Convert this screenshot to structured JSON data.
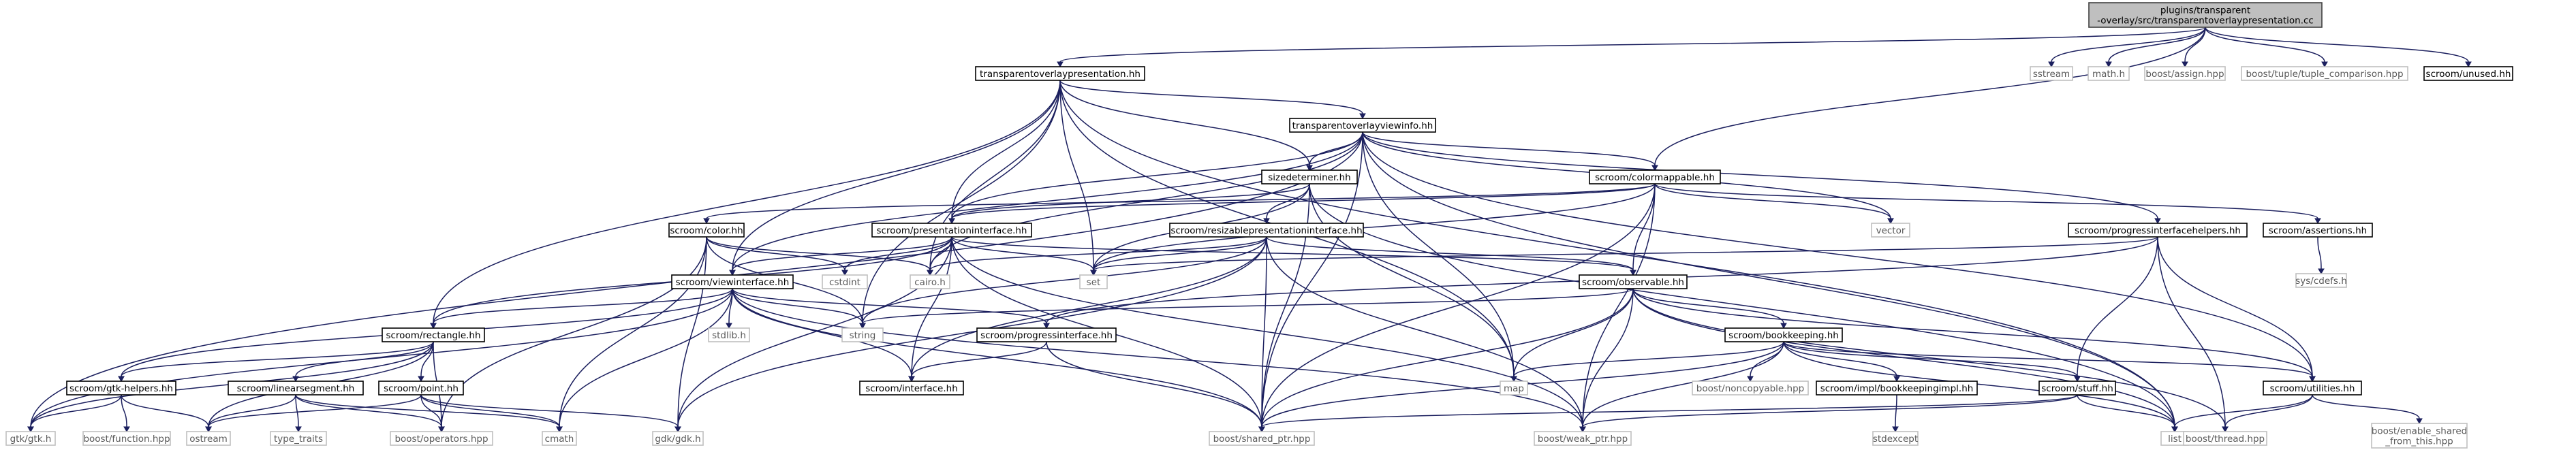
{
  "graph": {
    "root": "n_root",
    "colors": {
      "root_fill": "#bfbfbf",
      "root_border": "#404040",
      "project_border": "#000000",
      "external_border": "#bfbfbf",
      "edge": "#1b1f5e",
      "text_project": "#000000",
      "text_external": "#5a5a5a"
    },
    "nodes": [
      {
        "id": "n_root",
        "lines": [
          "plugins/transparent",
          "-overlay/src/transparentoverlaypresentation.cc"
        ],
        "kind": "root"
      },
      {
        "id": "n_top",
        "lines": [
          "transparentoverlaypresentation.hh"
        ],
        "kind": "project"
      },
      {
        "id": "n_sstream",
        "lines": [
          "sstream"
        ],
        "kind": "external"
      },
      {
        "id": "n_math",
        "lines": [
          "math.h"
        ],
        "kind": "external"
      },
      {
        "id": "n_assign",
        "lines": [
          "boost/assign.hpp"
        ],
        "kind": "external"
      },
      {
        "id": "n_tuplecmp",
        "lines": [
          "boost/tuple/tuple_comparison.hpp"
        ],
        "kind": "external"
      },
      {
        "id": "n_unused",
        "lines": [
          "scroom/unused.hh"
        ],
        "kind": "project"
      },
      {
        "id": "n_tovi",
        "lines": [
          "transparentoverlayviewinfo.hh"
        ],
        "kind": "project"
      },
      {
        "id": "n_sizedet",
        "lines": [
          "sizedeterminer.hh"
        ],
        "kind": "project"
      },
      {
        "id": "n_colormap",
        "lines": [
          "scroom/colormappable.hh"
        ],
        "kind": "project"
      },
      {
        "id": "n_color",
        "lines": [
          "scroom/color.hh"
        ],
        "kind": "project"
      },
      {
        "id": "n_presint",
        "lines": [
          "scroom/presentationinterface.hh"
        ],
        "kind": "project"
      },
      {
        "id": "n_resizable",
        "lines": [
          "scroom/resizablepresentationinterface.hh"
        ],
        "kind": "project"
      },
      {
        "id": "n_vector",
        "lines": [
          "vector"
        ],
        "kind": "external"
      },
      {
        "id": "n_proghelp",
        "lines": [
          "scroom/progressinterfacehelpers.hh"
        ],
        "kind": "project"
      },
      {
        "id": "n_assert",
        "lines": [
          "scroom/assertions.hh"
        ],
        "kind": "project"
      },
      {
        "id": "n_syscdefs",
        "lines": [
          "sys/cdefs.h"
        ],
        "kind": "external"
      },
      {
        "id": "n_cstdint",
        "lines": [
          "cstdint"
        ],
        "kind": "external"
      },
      {
        "id": "n_cairo",
        "lines": [
          "cairo.h"
        ],
        "kind": "external"
      },
      {
        "id": "n_set",
        "lines": [
          "set"
        ],
        "kind": "external"
      },
      {
        "id": "n_observable",
        "lines": [
          "scroom/observable.hh"
        ],
        "kind": "project"
      },
      {
        "id": "n_viewint",
        "lines": [
          "scroom/viewinterface.hh"
        ],
        "kind": "project"
      },
      {
        "id": "n_stdlib",
        "lines": [
          "stdlib.h"
        ],
        "kind": "external"
      },
      {
        "id": "n_string",
        "lines": [
          "string"
        ],
        "kind": "external"
      },
      {
        "id": "n_rect",
        "lines": [
          "scroom/rectangle.hh"
        ],
        "kind": "project"
      },
      {
        "id": "n_progint",
        "lines": [
          "scroom/progressinterface.hh"
        ],
        "kind": "project"
      },
      {
        "id": "n_bookkeep",
        "lines": [
          "scroom/bookkeeping.hh"
        ],
        "kind": "project"
      },
      {
        "id": "n_map",
        "lines": [
          "map"
        ],
        "kind": "external"
      },
      {
        "id": "n_noncopy",
        "lines": [
          "boost/noncopyable.hpp"
        ],
        "kind": "external"
      },
      {
        "id": "n_bkimpl",
        "lines": [
          "scroom/impl/bookkeepingimpl.hh"
        ],
        "kind": "project"
      },
      {
        "id": "n_stuff",
        "lines": [
          "scroom/stuff.hh"
        ],
        "kind": "project"
      },
      {
        "id": "n_utilities",
        "lines": [
          "scroom/utilities.hh"
        ],
        "kind": "project"
      },
      {
        "id": "n_list",
        "lines": [
          "list"
        ],
        "kind": "external"
      },
      {
        "id": "n_gtkhelp",
        "lines": [
          "scroom/gtk-helpers.hh"
        ],
        "kind": "project"
      },
      {
        "id": "n_linseg",
        "lines": [
          "scroom/linearsegment.hh"
        ],
        "kind": "project"
      },
      {
        "id": "n_point",
        "lines": [
          "scroom/point.hh"
        ],
        "kind": "project"
      },
      {
        "id": "n_interface",
        "lines": [
          "scroom/interface.hh"
        ],
        "kind": "project"
      },
      {
        "id": "n_stdexcept",
        "lines": [
          "stdexcept"
        ],
        "kind": "external"
      },
      {
        "id": "n_gtk",
        "lines": [
          "gtk/gtk.h"
        ],
        "kind": "external"
      },
      {
        "id": "n_function",
        "lines": [
          "boost/function.hpp"
        ],
        "kind": "external"
      },
      {
        "id": "n_ostream",
        "lines": [
          "ostream"
        ],
        "kind": "external"
      },
      {
        "id": "n_typetraits",
        "lines": [
          "type_traits"
        ],
        "kind": "external"
      },
      {
        "id": "n_operators",
        "lines": [
          "boost/operators.hpp"
        ],
        "kind": "external"
      },
      {
        "id": "n_cmath",
        "lines": [
          "cmath"
        ],
        "kind": "external"
      },
      {
        "id": "n_gdk",
        "lines": [
          "gdk/gdk.h"
        ],
        "kind": "external"
      },
      {
        "id": "n_sharedptr",
        "lines": [
          "boost/shared_ptr.hpp"
        ],
        "kind": "external"
      },
      {
        "id": "n_weakptr",
        "lines": [
          "boost/weak_ptr.hpp"
        ],
        "kind": "external"
      },
      {
        "id": "n_thread",
        "lines": [
          "boost/thread.hpp"
        ],
        "kind": "external"
      },
      {
        "id": "n_enableshared",
        "lines": [
          "boost/enable_shared",
          "_from_this.hpp"
        ],
        "kind": "external"
      }
    ],
    "edges": [
      [
        "n_root",
        "n_top"
      ],
      [
        "n_root",
        "n_sstream"
      ],
      [
        "n_root",
        "n_math"
      ],
      [
        "n_root",
        "n_assign"
      ],
      [
        "n_root",
        "n_tuplecmp"
      ],
      [
        "n_root",
        "n_unused"
      ],
      [
        "n_root",
        "n_colormap"
      ],
      [
        "n_top",
        "n_tovi"
      ],
      [
        "n_top",
        "n_sizedet"
      ],
      [
        "n_top",
        "n_presint"
      ],
      [
        "n_top",
        "n_viewint"
      ],
      [
        "n_top",
        "n_rect"
      ],
      [
        "n_top",
        "n_cairo"
      ],
      [
        "n_top",
        "n_set"
      ],
      [
        "n_top",
        "n_map"
      ],
      [
        "n_top",
        "n_list"
      ],
      [
        "n_top",
        "n_string"
      ],
      [
        "n_tovi",
        "n_sizedet"
      ],
      [
        "n_tovi",
        "n_presint"
      ],
      [
        "n_tovi",
        "n_viewint"
      ],
      [
        "n_tovi",
        "n_colormap"
      ],
      [
        "n_tovi",
        "n_proghelp"
      ],
      [
        "n_tovi",
        "n_utilities"
      ],
      [
        "n_tovi",
        "n_vector"
      ],
      [
        "n_tovi",
        "n_list"
      ],
      [
        "n_tovi",
        "n_map"
      ],
      [
        "n_tovi",
        "n_sharedptr"
      ],
      [
        "n_tovi",
        "n_gtk"
      ],
      [
        "n_tovi",
        "n_cairo"
      ],
      [
        "n_sizedet",
        "n_presint"
      ],
      [
        "n_sizedet",
        "n_resizable"
      ],
      [
        "n_sizedet",
        "n_set"
      ],
      [
        "n_sizedet",
        "n_map"
      ],
      [
        "n_sizedet",
        "n_sharedptr"
      ],
      [
        "n_sizedet",
        "n_list"
      ],
      [
        "n_colormap",
        "n_color"
      ],
      [
        "n_colormap",
        "n_presint"
      ],
      [
        "n_colormap",
        "n_observable"
      ],
      [
        "n_colormap",
        "n_vector"
      ],
      [
        "n_colormap",
        "n_assert"
      ],
      [
        "n_colormap",
        "n_sharedptr"
      ],
      [
        "n_colormap",
        "n_weakptr"
      ],
      [
        "n_colormap",
        "n_set"
      ],
      [
        "n_color",
        "n_cstdint"
      ],
      [
        "n_color",
        "n_cairo"
      ],
      [
        "n_color",
        "n_operators"
      ],
      [
        "n_color",
        "n_cmath"
      ],
      [
        "n_color",
        "n_gdk"
      ],
      [
        "n_color",
        "n_string"
      ],
      [
        "n_presint",
        "n_viewint"
      ],
      [
        "n_presint",
        "n_observable"
      ],
      [
        "n_presint",
        "n_interface"
      ],
      [
        "n_presint",
        "n_rect"
      ],
      [
        "n_presint",
        "n_set"
      ],
      [
        "n_presint",
        "n_cairo"
      ],
      [
        "n_presint",
        "n_cstdint"
      ],
      [
        "n_presint",
        "n_sharedptr"
      ],
      [
        "n_presint",
        "n_weakptr"
      ],
      [
        "n_presint",
        "n_gdk"
      ],
      [
        "n_resizable",
        "n_observable"
      ],
      [
        "n_resizable",
        "n_interface"
      ],
      [
        "n_resizable",
        "n_set"
      ],
      [
        "n_resizable",
        "n_cairo"
      ],
      [
        "n_resizable",
        "n_sharedptr"
      ],
      [
        "n_resizable",
        "n_weakptr"
      ],
      [
        "n_resizable",
        "n_gdk"
      ],
      [
        "n_resizable",
        "n_string"
      ],
      [
        "n_proghelp",
        "n_utilities"
      ],
      [
        "n_proghelp",
        "n_stuff"
      ],
      [
        "n_proghelp",
        "n_progint"
      ],
      [
        "n_proghelp",
        "n_thread"
      ],
      [
        "n_proghelp",
        "n_set"
      ],
      [
        "n_assert",
        "n_syscdefs"
      ],
      [
        "n_observable",
        "n_bookkeep"
      ],
      [
        "n_observable",
        "n_utilities"
      ],
      [
        "n_observable",
        "n_map"
      ],
      [
        "n_observable",
        "n_list"
      ],
      [
        "n_observable",
        "n_sharedptr"
      ],
      [
        "n_observable",
        "n_weakptr"
      ],
      [
        "n_observable",
        "n_thread"
      ],
      [
        "n_observable",
        "n_string"
      ],
      [
        "n_viewint",
        "n_stdlib"
      ],
      [
        "n_viewint",
        "n_string"
      ],
      [
        "n_viewint",
        "n_rect"
      ],
      [
        "n_viewint",
        "n_progint"
      ],
      [
        "n_viewint",
        "n_gtkhelp"
      ],
      [
        "n_viewint",
        "n_interface"
      ],
      [
        "n_viewint",
        "n_cmath"
      ],
      [
        "n_viewint",
        "n_sharedptr"
      ],
      [
        "n_viewint",
        "n_weakptr"
      ],
      [
        "n_viewint",
        "n_gtk"
      ],
      [
        "n_bookkeep",
        "n_map"
      ],
      [
        "n_bookkeep",
        "n_noncopy"
      ],
      [
        "n_bookkeep",
        "n_bkimpl"
      ],
      [
        "n_bookkeep",
        "n_stuff"
      ],
      [
        "n_bookkeep",
        "n_utilities"
      ],
      [
        "n_bookkeep",
        "n_list"
      ],
      [
        "n_bookkeep",
        "n_sharedptr"
      ],
      [
        "n_bookkeep",
        "n_weakptr"
      ],
      [
        "n_bkimpl",
        "n_stdexcept"
      ],
      [
        "n_stuff",
        "n_list"
      ],
      [
        "n_stuff",
        "n_sharedptr"
      ],
      [
        "n_stuff",
        "n_weakptr"
      ],
      [
        "n_utilities",
        "n_list"
      ],
      [
        "n_utilities",
        "n_thread"
      ],
      [
        "n_utilities",
        "n_enableshared"
      ],
      [
        "n_rect",
        "n_gtkhelp"
      ],
      [
        "n_rect",
        "n_linseg"
      ],
      [
        "n_rect",
        "n_point"
      ],
      [
        "n_rect",
        "n_ostream"
      ],
      [
        "n_rect",
        "n_operators"
      ],
      [
        "n_rect",
        "n_gtk"
      ],
      [
        "n_progint",
        "n_interface"
      ],
      [
        "n_progint",
        "n_sharedptr"
      ],
      [
        "n_gtkhelp",
        "n_gtk"
      ],
      [
        "n_gtkhelp",
        "n_function"
      ],
      [
        "n_gtkhelp",
        "n_ostream"
      ],
      [
        "n_linseg",
        "n_ostream"
      ],
      [
        "n_linseg",
        "n_typetraits"
      ],
      [
        "n_linseg",
        "n_operators"
      ],
      [
        "n_linseg",
        "n_cmath"
      ],
      [
        "n_point",
        "n_ostream"
      ],
      [
        "n_point",
        "n_operators"
      ],
      [
        "n_point",
        "n_cmath"
      ],
      [
        "n_point",
        "n_gdk"
      ]
    ]
  }
}
